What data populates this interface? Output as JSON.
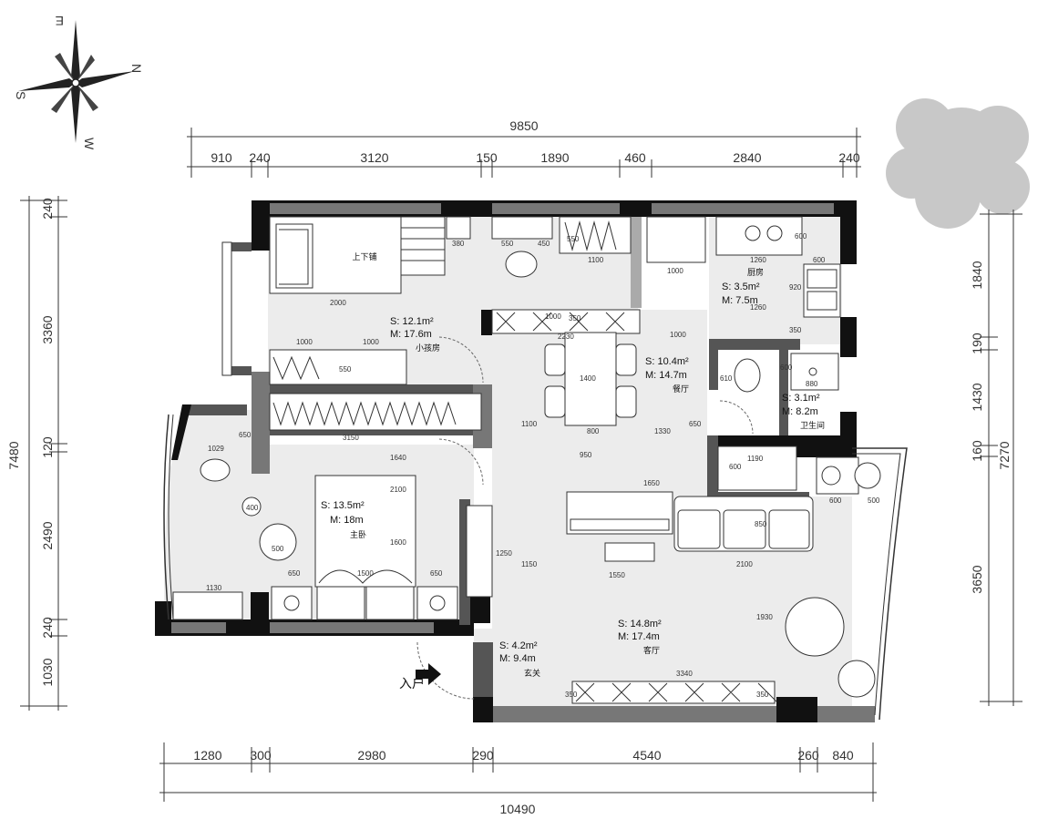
{
  "compass": {
    "n": "N",
    "s": "S",
    "e": "E",
    "w": "W"
  },
  "dims_top": {
    "total": "9850",
    "segments": [
      "910",
      "240",
      "3120",
      "150",
      "1890",
      "460",
      "2840",
      "240"
    ]
  },
  "dims_bottom": {
    "total": "10490",
    "segments": [
      "1280",
      "300",
      "2980",
      "290",
      "4540",
      "260",
      "840"
    ]
  },
  "dims_left": {
    "total": "7480",
    "segments": [
      "240",
      "3360",
      "120",
      "2490",
      "240",
      "1030"
    ]
  },
  "dims_right": {
    "total": "7270",
    "segments": [
      "1840",
      "190",
      "1430",
      "160",
      "3650"
    ]
  },
  "rooms": {
    "kids": {
      "area": "S: 12.1m²",
      "perimeter": "M: 17.6m",
      "name": "小孩房",
      "bed": "上下铺"
    },
    "master": {
      "area": "S: 13.5m²",
      "perimeter": "M: 18m",
      "name": "主卧"
    },
    "dining": {
      "area": "S: 10.4m²",
      "perimeter": "M: 14.7m",
      "name": "餐厅"
    },
    "kitchen": {
      "area": "S: 3.5m²",
      "perimeter": "M: 7.5m",
      "name": "厨房"
    },
    "bath": {
      "area": "S: 3.1m²",
      "perimeter": "M: 8.2m",
      "name": "卫生间"
    },
    "living": {
      "area": "S: 14.8m²",
      "perimeter": "M: 17.4m",
      "name": "客厅"
    },
    "foyer": {
      "area": "S: 4.2m²",
      "perimeter": "M: 9.4m",
      "name": "玄关"
    }
  },
  "entrance": "入户",
  "inner_dims": [
    "380",
    "550",
    "450",
    "550",
    "1100",
    "1000",
    "1260",
    "600",
    "920",
    "1260",
    "350",
    "1000",
    "2000",
    "1000",
    "1000",
    "550",
    "350",
    "2230",
    "1400",
    "1000",
    "800",
    "610",
    "600",
    "880",
    "650",
    "1100",
    "1330",
    "3150",
    "650",
    "1029",
    "950",
    "1640",
    "400",
    "500",
    "1600",
    "2100",
    "1250",
    "1650",
    "1150",
    "1550",
    "2100",
    "850",
    "1130",
    "650",
    "1500",
    "650",
    "1930",
    "3340",
    "350",
    "350",
    "600",
    "500",
    "1190",
    "600",
    "600"
  ]
}
